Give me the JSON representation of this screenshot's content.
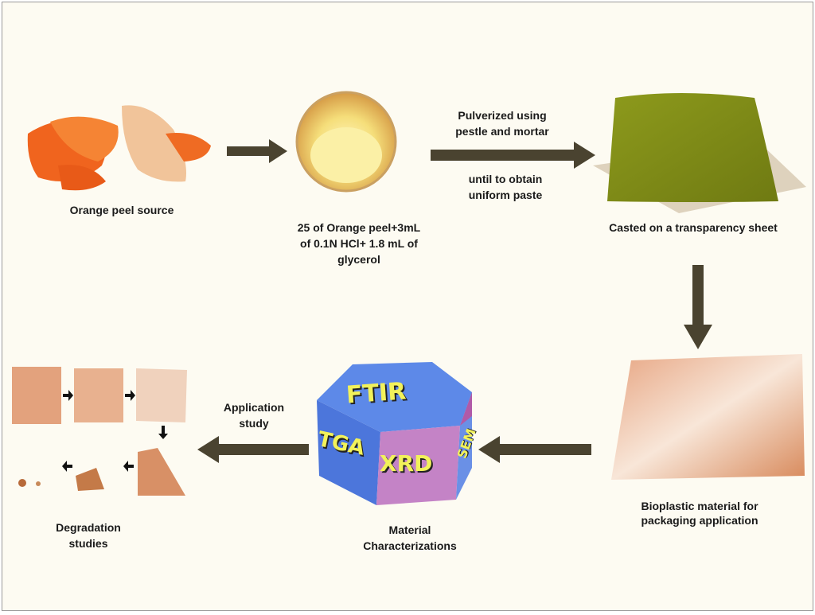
{
  "steps": {
    "source": "Orange peel source",
    "mixture": [
      "25 of Orange peel+3mL",
      "of 0.1N HCl+ 1.8 mL of",
      "glycerol"
    ],
    "pulverize_above": [
      "Pulverized using",
      "pestle and mortar"
    ],
    "pulverize_below": [
      "until to obtain",
      "uniform paste"
    ],
    "cast": "Casted on a transparency sheet",
    "bioplastic": [
      "Bioplastic material for",
      "packaging application"
    ],
    "characterization": [
      "Material",
      "Characterizations"
    ],
    "application": [
      "Application",
      "study"
    ],
    "degradation": [
      "Degradation",
      "studies"
    ]
  },
  "techniques": {
    "top": "FTIR",
    "left": "TGA",
    "front": "XRD",
    "right": "SEM"
  },
  "colors": {
    "arrow": "#4a4330",
    "background": "#fdfbf2",
    "hex_blue": "#5b86e6",
    "hex_pink": "#c483c6",
    "text_yellow": "#f2f25a"
  }
}
